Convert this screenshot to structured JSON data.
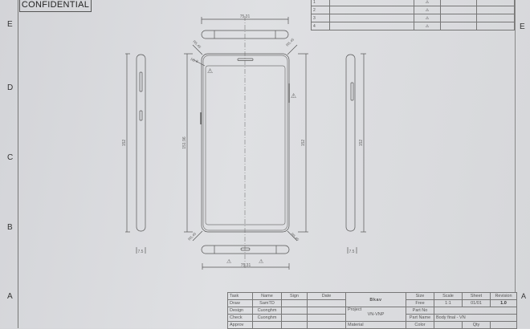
{
  "confidential_label": "CONFIDENTIAL",
  "zones_left": [
    "E",
    "D",
    "C",
    "B",
    "A"
  ],
  "zone_right": "E",
  "revision_table": {
    "rows": [
      "1",
      "2",
      "3",
      "4"
    ],
    "warning_icon": "triangle-warning-icon"
  },
  "dimensions": {
    "width_top": "75.31",
    "width_bottom": "75.31",
    "height_front": "151.96",
    "height_right": "152",
    "height_side_left": "152",
    "height_side_right": "152",
    "thickness_left": "7.5",
    "thickness_right": "7.5",
    "radius_corner": "R5.45",
    "radius_inner": "R2.8"
  },
  "title_block": {
    "headers": {
      "task": "Task",
      "name": "Name",
      "sign": "Sign",
      "date": "Date",
      "size": "Size",
      "scale": "Scale",
      "sheet": "Sheet",
      "revision": "Revision"
    },
    "rows": [
      {
        "task": "Draw",
        "name": "SamTD"
      },
      {
        "task": "Design",
        "name": "Cuonghm"
      },
      {
        "task": "Check",
        "name": "Cuonghm"
      },
      {
        "task": "Approv",
        "name": ""
      }
    ],
    "logo": "Bkav",
    "size": "Free",
    "scale": "1:1",
    "sheet": "01/01",
    "revision": "1.0",
    "project_label": "Project",
    "project": "VN-VNP",
    "part_no_label": "Part No",
    "part_no": "",
    "part_name_label": "Part Name",
    "part_name": "Body final - VN",
    "material_label": "Material",
    "color_label": "Color",
    "qty_label": "Qty"
  }
}
